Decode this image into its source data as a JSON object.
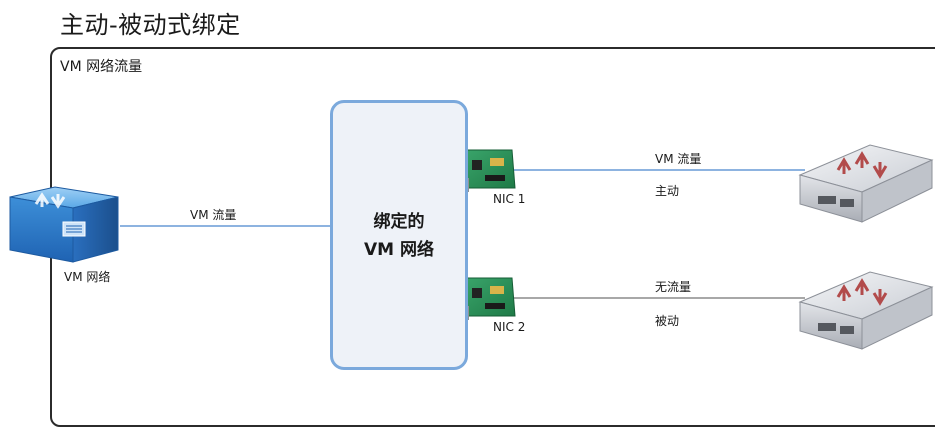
{
  "title": "主动-被动式绑定",
  "frame_label": "VM 网络流量",
  "vm_network": {
    "label": "VM  网络",
    "link_label": "VM 流量"
  },
  "bond": {
    "line1": "绑定的",
    "line2": "VM 网络"
  },
  "nic1": {
    "label": "NIC 1",
    "traffic_label": "VM 流量",
    "state_label": "主动"
  },
  "nic2": {
    "label": "NIC 2",
    "traffic_label": "无流量",
    "state_label": "被动"
  },
  "colors": {
    "active_line": "#8db3e0",
    "passive_line": "#a8a8a8",
    "bond_border": "#7ba9dc"
  }
}
